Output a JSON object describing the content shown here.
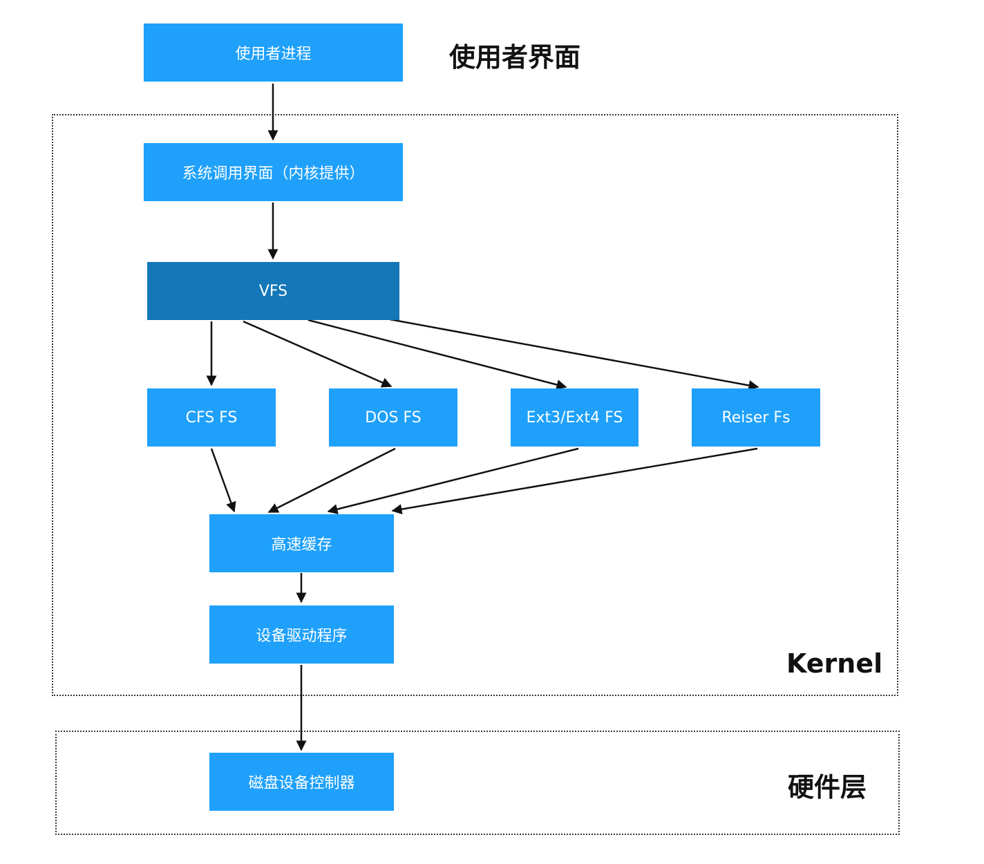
{
  "diagram": {
    "layers": {
      "user_label": "使用者界面",
      "kernel_label": "Kernel",
      "hardware_label": "硬件层"
    },
    "nodes": {
      "user_process": "使用者进程",
      "syscall_interface": "系统调用界面（内核提供）",
      "vfs": "VFS",
      "cfs_fs": "CFS FS",
      "dos_fs": "DOS FS",
      "ext_fs": "Ext3/Ext4 FS",
      "reiser_fs": "Reiser Fs",
      "cache": "高速缓存",
      "device_driver": "设备驱动程序",
      "disk_controller": "磁盘设备控制器"
    },
    "edges": [
      {
        "from": "user_process",
        "to": "syscall_interface"
      },
      {
        "from": "syscall_interface",
        "to": "vfs"
      },
      {
        "from": "vfs",
        "to": "cfs_fs"
      },
      {
        "from": "vfs",
        "to": "dos_fs"
      },
      {
        "from": "vfs",
        "to": "ext_fs"
      },
      {
        "from": "vfs",
        "to": "reiser_fs"
      },
      {
        "from": "cfs_fs",
        "to": "cache"
      },
      {
        "from": "dos_fs",
        "to": "cache"
      },
      {
        "from": "ext_fs",
        "to": "cache"
      },
      {
        "from": "reiser_fs",
        "to": "cache"
      },
      {
        "from": "cache",
        "to": "device_driver"
      },
      {
        "from": "device_driver",
        "to": "disk_controller"
      }
    ],
    "colors": {
      "node": "#1ea0fb",
      "node_emphasis": "#1477b8",
      "edge": "#111111"
    }
  }
}
